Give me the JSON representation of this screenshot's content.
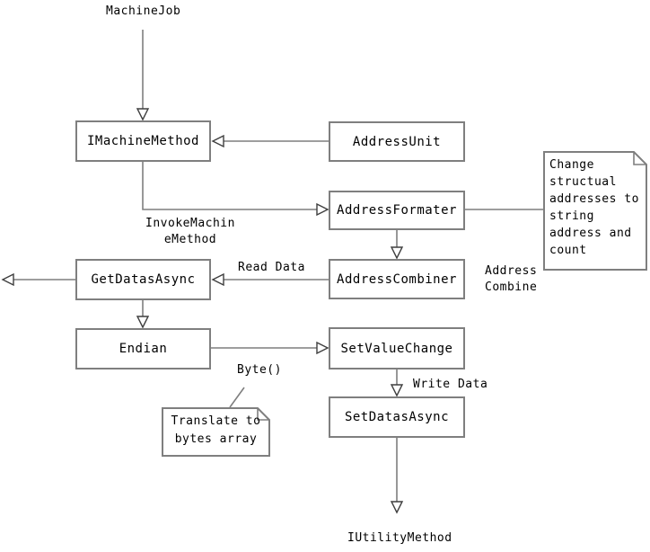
{
  "colors": {
    "background": "#ffffff",
    "line": "#7f7f7f",
    "box_border": "#7f7f7f",
    "text": "#000000"
  },
  "nodes": {
    "machinejob": "MachineJob",
    "imachinemethod": "IMachineMethod",
    "addressunit": "AddressUnit",
    "addressformater": "AddressFormater",
    "addresscombiner": "AddressCombiner",
    "getdatasasync": "GetDatasAsync",
    "endian": "Endian",
    "setvaluechange": "SetValueChange",
    "setdatasasync": "SetDatasAsync",
    "iutilitymethod": "IUtilityMethod"
  },
  "edge_labels": {
    "invoke_machine_method": "InvokeMachin\neMethod",
    "read_data": "Read Data",
    "address_combine": "Address\nCombine",
    "byte": "Byte()",
    "write_data": "Write Data"
  },
  "notes": {
    "change_structural": "Change\nstructual\naddresses to\nstring\naddress and\ncount",
    "translate_bytes": "Translate to\nbytes array"
  }
}
